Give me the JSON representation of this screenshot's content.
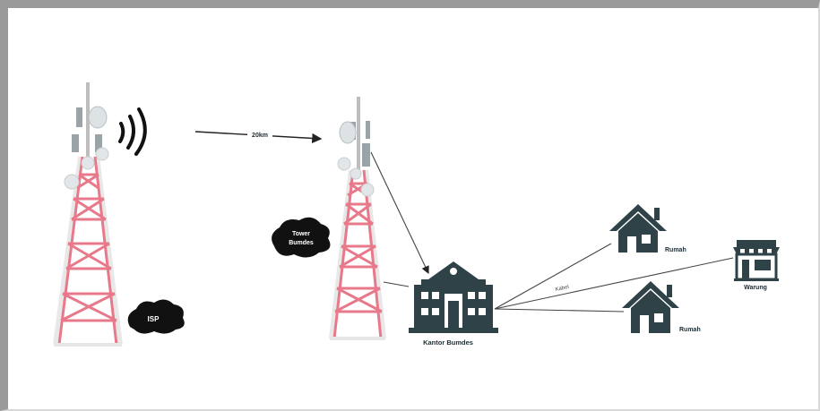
{
  "labels": {
    "distance": "20km",
    "isp": "ISP",
    "tower_bumdes_line1": "Tower",
    "tower_bumdes_line2": "Bumdes",
    "kantor": "Kantor Bumdes",
    "rumah_top": "Rumah",
    "rumah_bottom": "Rumah",
    "warung": "Warung",
    "kabel": "Kabel"
  },
  "colors": {
    "tower_red": "#e8798a",
    "tower_white": "#f4f4f4",
    "building_dark": "#2f4248",
    "cloud": "#111111",
    "line": "#444444"
  },
  "icons": [
    "isp-tower-icon",
    "bumdes-tower-icon",
    "signal-waves-icon",
    "office-building-icon",
    "house-icon",
    "shop-icon",
    "cloud-icon"
  ]
}
